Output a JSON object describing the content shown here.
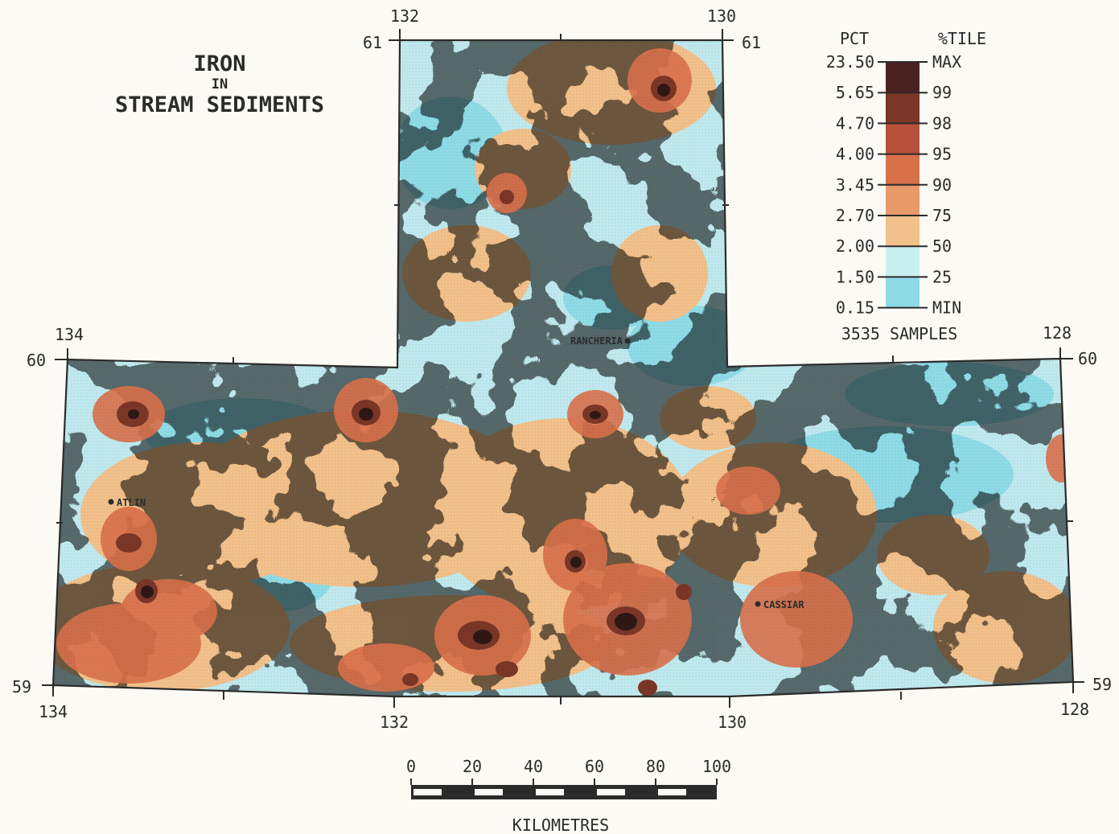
{
  "title": {
    "line1": "IRON",
    "line2": "IN",
    "line3": "STREAM SEDIMENTS"
  },
  "legend": {
    "pct_header": "PCT",
    "tile_header": "%TILE",
    "pct_values": [
      "23.50",
      "5.65",
      "4.70",
      "4.00",
      "3.45",
      "2.70",
      "2.00",
      "1.50",
      "0.15"
    ],
    "tile_values": [
      "MAX",
      "99",
      "98",
      "95",
      "90",
      "75",
      "50",
      "25",
      "MIN"
    ],
    "class_colors": [
      "#4a2220",
      "#7a3626",
      "#b8503a",
      "#d8704a",
      "#e89a6a",
      "#f2c08a",
      "#c9eef0",
      "#8edbe6"
    ],
    "samples": "3535 SAMPLES"
  },
  "axes": {
    "top_long": [
      "132",
      "130"
    ],
    "top_lat": [
      "61",
      "61"
    ],
    "mid_long": [
      "134",
      "128"
    ],
    "mid_lat": [
      "60",
      "60"
    ],
    "bottom_lat": [
      "59",
      "59"
    ],
    "bottom_long": [
      "134",
      "132",
      "130",
      "128"
    ]
  },
  "places": {
    "rancheria": "RANCHERIA",
    "atlin": "ATLIN",
    "cassiar": "CASSIAR"
  },
  "scale_bar": {
    "ticks": [
      "0",
      "20",
      "40",
      "60",
      "80",
      "100"
    ],
    "unit": "KILOMETRES"
  },
  "colors": {
    "low": "#8edbe6",
    "medium_low": "#c9eef0",
    "medium": "#f2c08a",
    "high": "#d8704a",
    "very_high": "#7a3626",
    "max": "#3a1c1a"
  }
}
